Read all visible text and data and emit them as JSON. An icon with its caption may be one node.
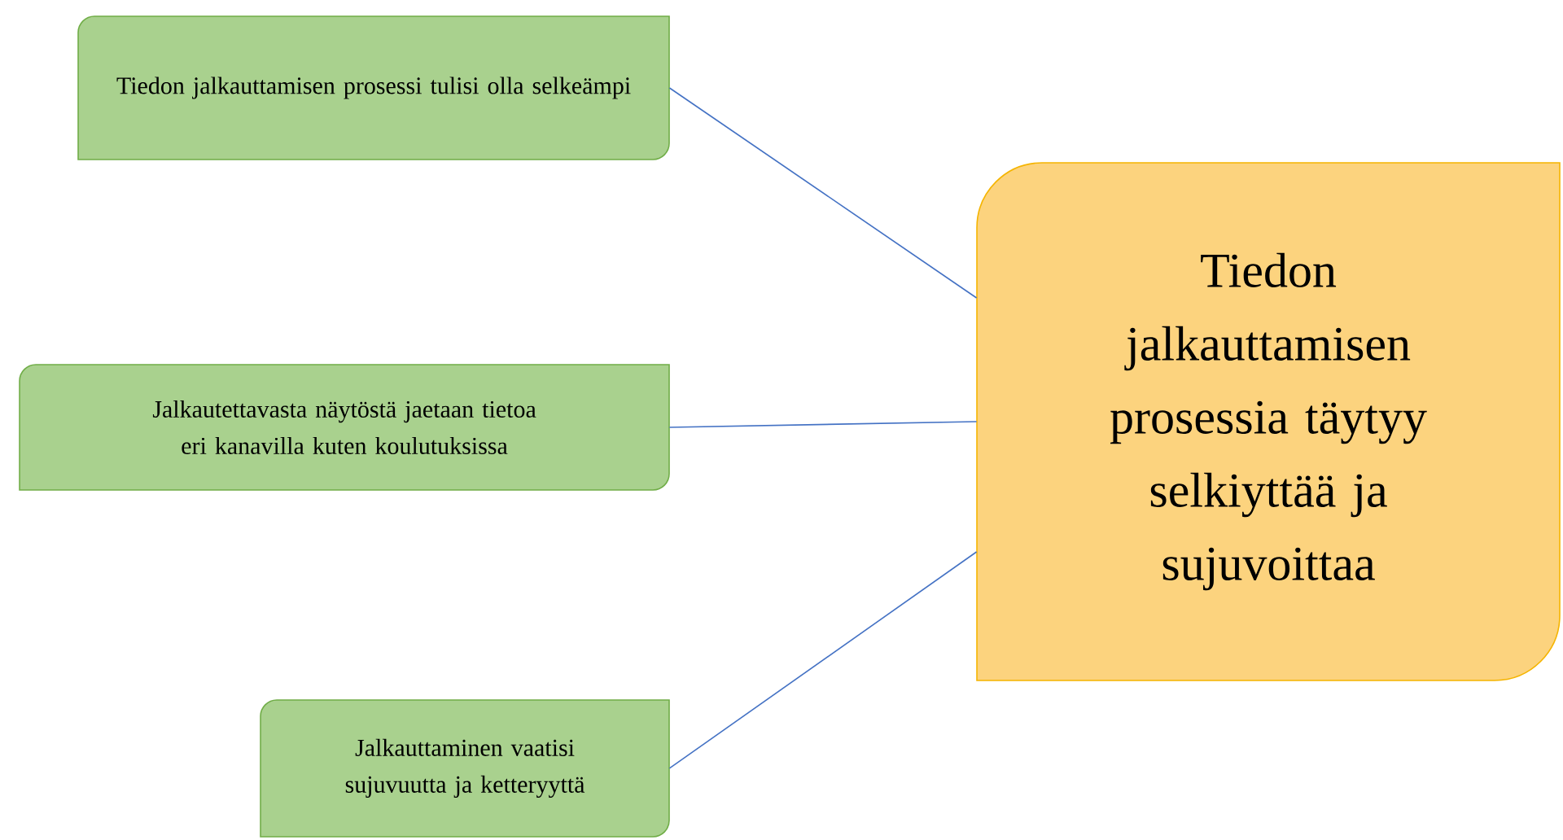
{
  "diagram": {
    "nodes": [
      {
        "text": [
          "Tiedon jalkauttamisen prosessi tulisi olla selkeämpi"
        ]
      },
      {
        "text": [
          "Jalkautettavasta näytöstä jaetaan tietoa eri kanavilla kuten koulutuksissa"
        ]
      },
      {
        "text": [
          "Jalkauttaminen vaatisi sujuvuutta ja ketteryyttä"
        ]
      },
      {
        "text": [
          "Tiedon jalkauttamisen prosessia täytyy selkiyttää ja sujuvoittaa"
        ]
      }
    ],
    "edges": [
      {
        "from": 0,
        "to": 3,
        "arrow": "none"
      },
      {
        "from": 1,
        "to": 3,
        "arrow": "none"
      },
      {
        "from": 2,
        "to": 3,
        "arrow": "none"
      }
    ]
  }
}
